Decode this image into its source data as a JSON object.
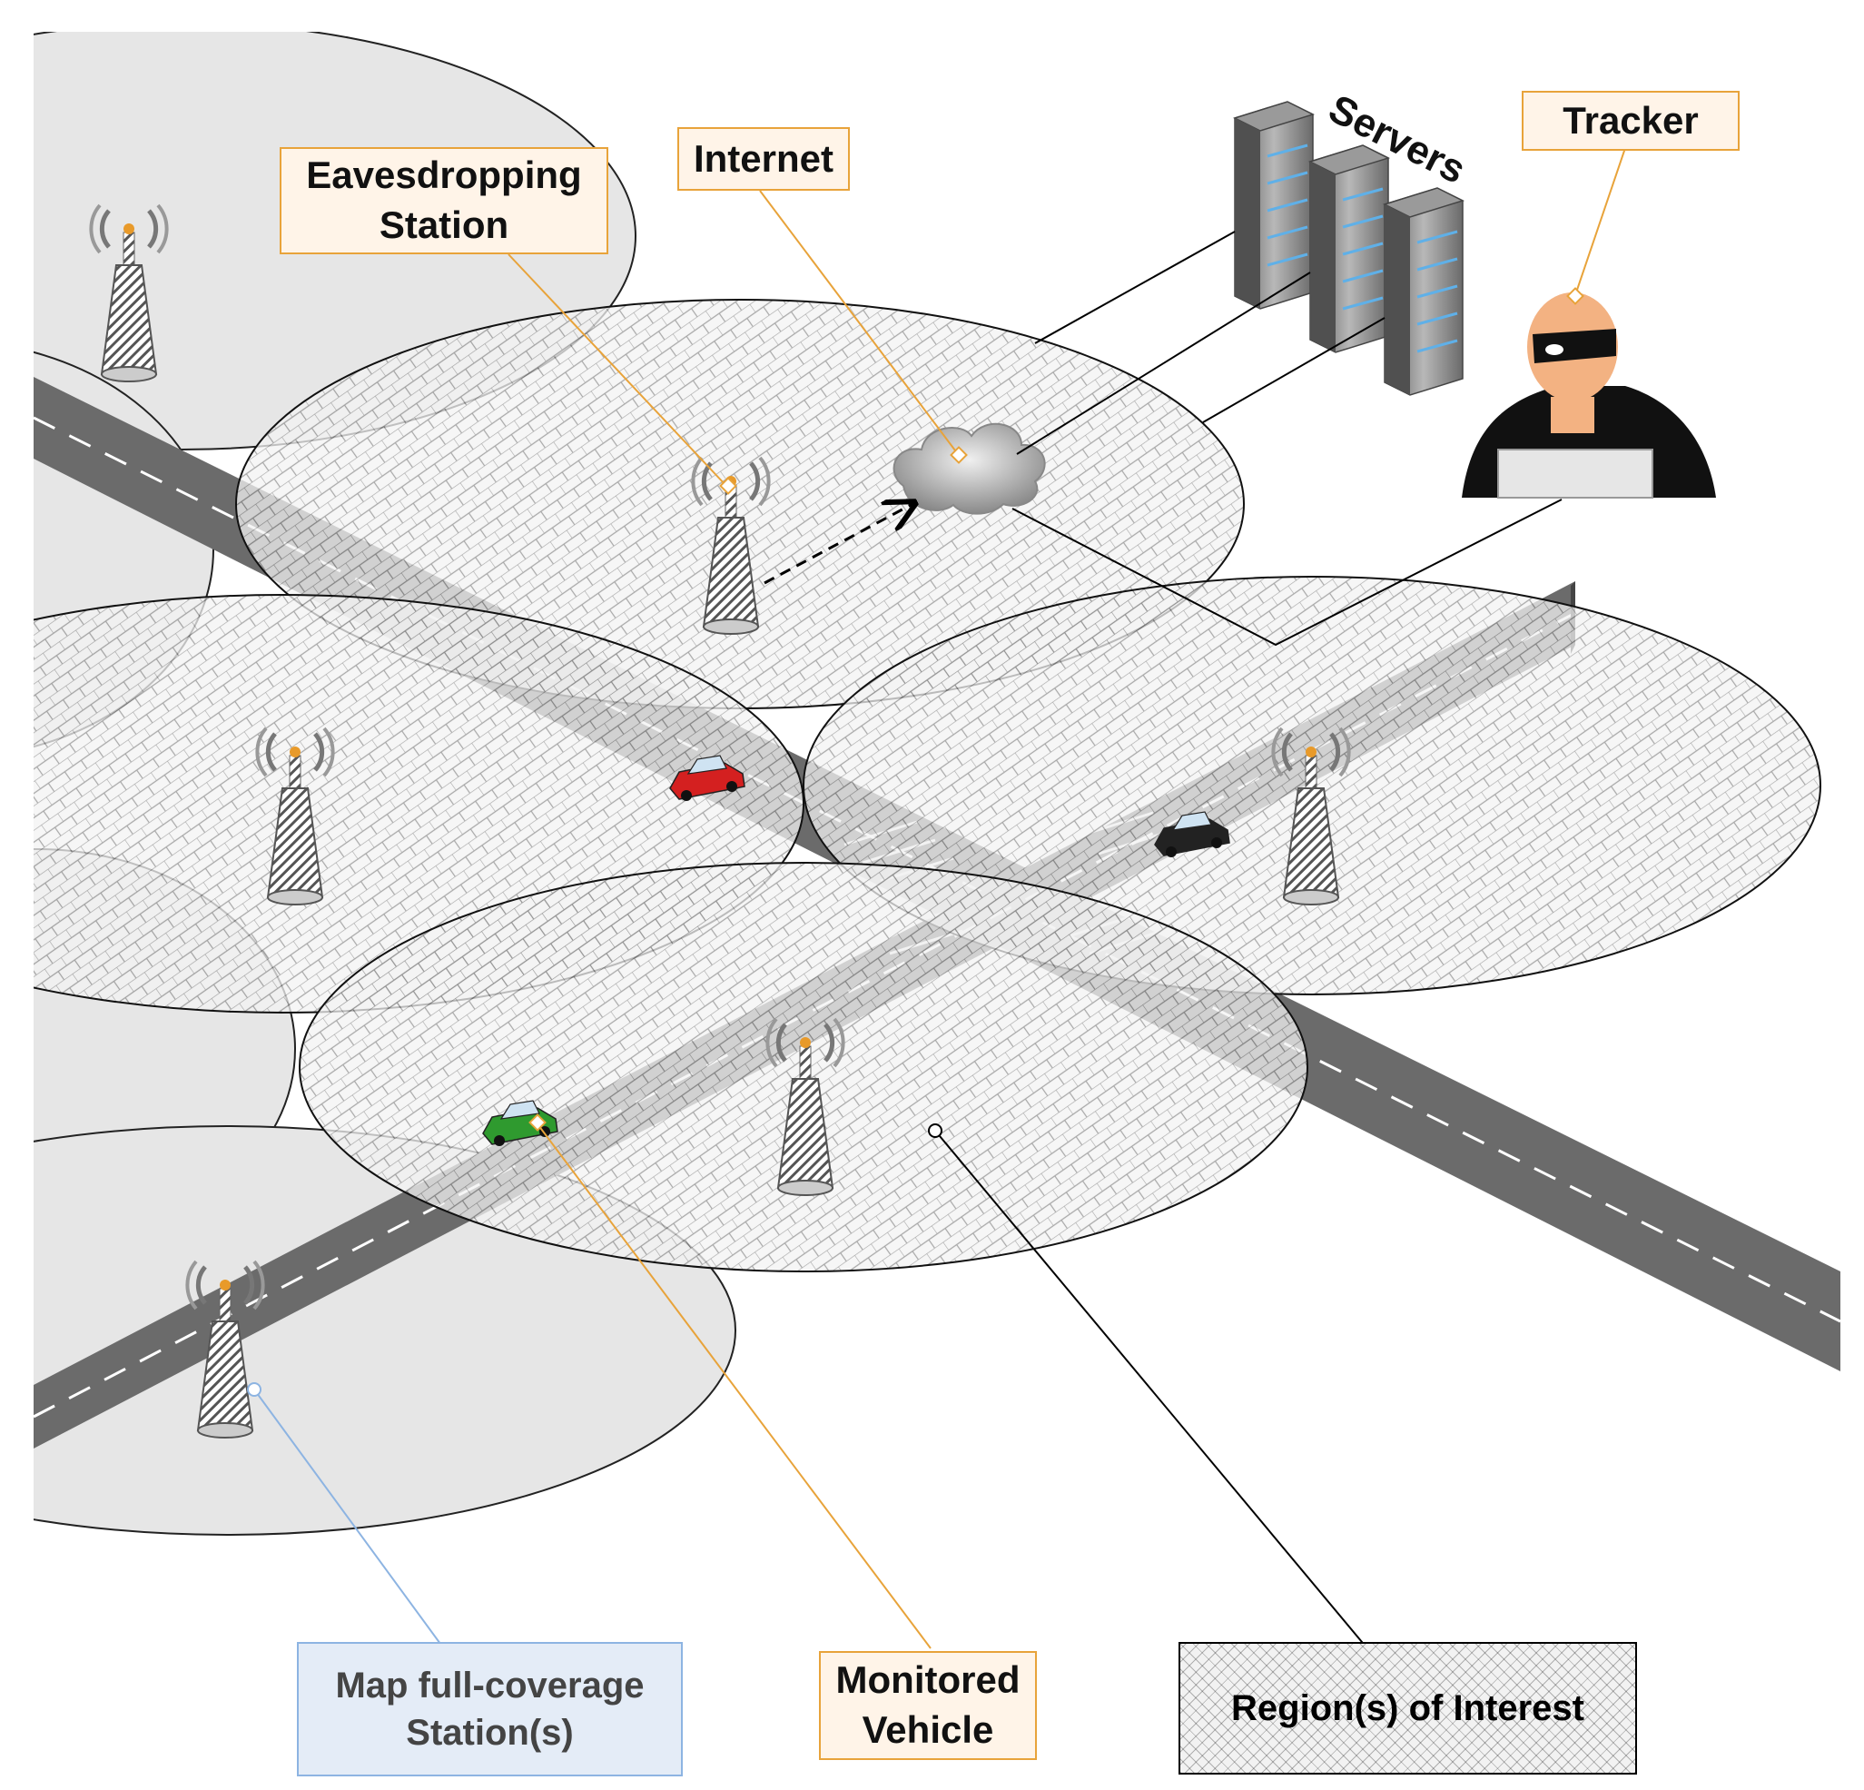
{
  "labels": {
    "eavesdropping_station": "Eavesdropping\nStation",
    "internet": "Internet",
    "servers": "Servers",
    "tracker": "Tracker",
    "map_full_coverage": "Map full-coverage\nStation(s)",
    "monitored_vehicle": "Monitored\nVehicle",
    "regions_of_interest": "Region(s) of Interest"
  },
  "colors": {
    "callout_orange_border": "#e8a33a",
    "callout_orange_fill": "#fff4e8",
    "callout_blue_border": "#8db4e2",
    "callout_blue_fill": "#e4ecf7",
    "road": "#6e6e6e",
    "coverage_fill": "#e6e6e6",
    "car_red": "#d42020",
    "car_green": "#2f9a2f",
    "car_black": "#222222"
  },
  "icons": [
    "cell-tower-icon",
    "cloud-icon",
    "server-icon",
    "hacker-icon",
    "car-icon"
  ]
}
